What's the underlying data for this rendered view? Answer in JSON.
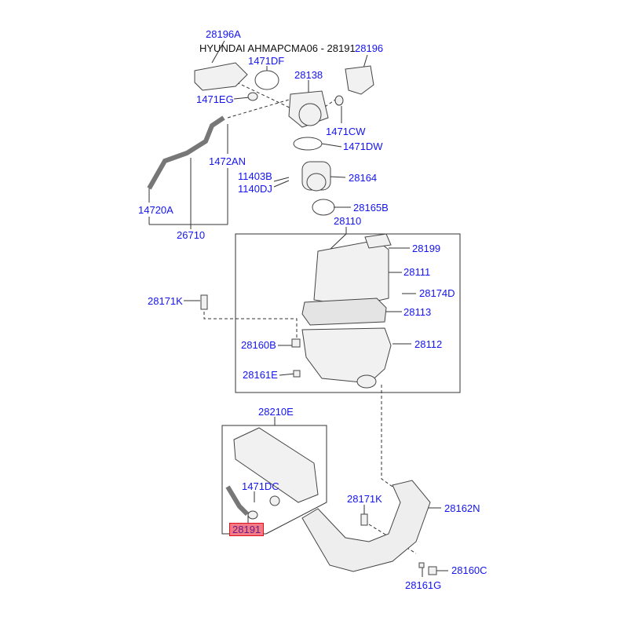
{
  "title": "HYUNDAI AHMAPCMA06 - 28191",
  "highlight_color": "#f27a85",
  "label_color": "#1414f0",
  "labels": {
    "p28196A": "28196A",
    "p1471DF": "1471DF",
    "p28196": "28196",
    "p28138": "28138",
    "p1471EG": "1471EG",
    "p1471CW": "1471CW",
    "p1471DW": "1471DW",
    "p1472AN": "1472AN",
    "p11403B": "11403B",
    "p1140DJ": "1140DJ",
    "p28164": "28164",
    "p28165B": "28165B",
    "p14720A": "14720A",
    "p28110": "28110",
    "p26710": "26710",
    "p28199": "28199",
    "p28111": "28111",
    "p28171K_a": "28171K",
    "p28174D": "28174D",
    "p28113": "28113",
    "p28160B": "28160B",
    "p28112": "28112",
    "p28161E": "28161E",
    "p28210E": "28210E",
    "p1471DC": "1471DC",
    "p28171K_b": "28171K",
    "p28162N": "28162N",
    "p28191": "28191",
    "p28160C": "28160C",
    "p28161G": "28161G"
  }
}
